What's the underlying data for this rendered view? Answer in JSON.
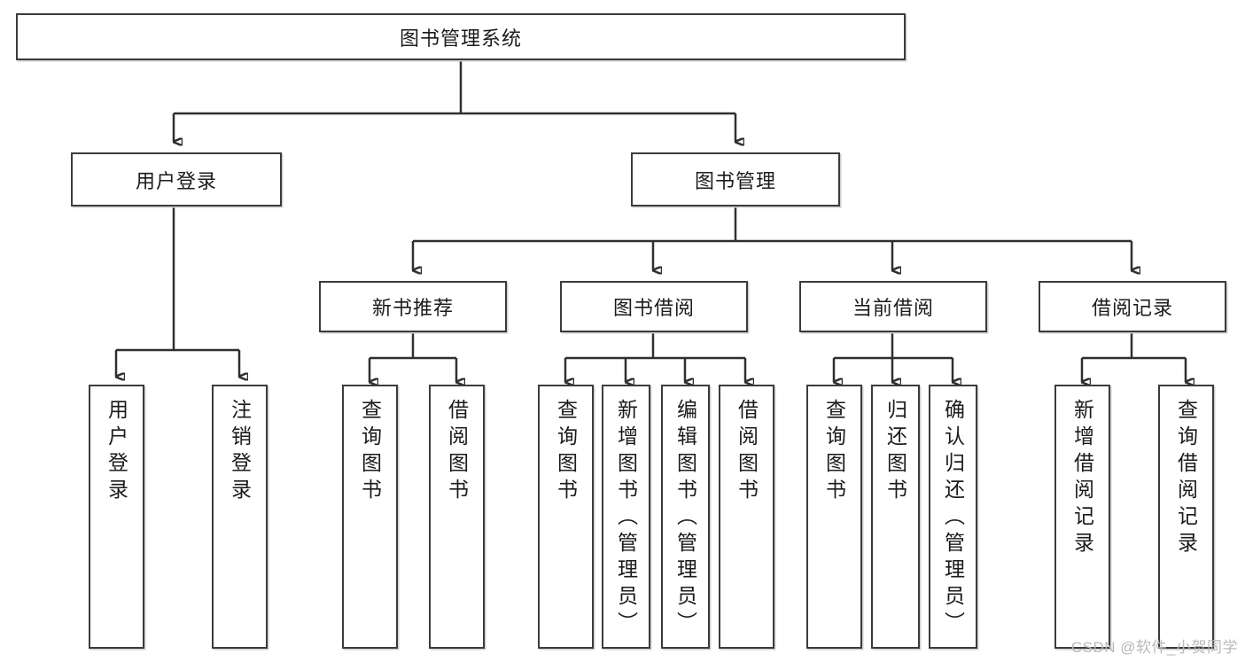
{
  "diagram": {
    "title": "图书管理系统",
    "type": "tree-hierarchy-diagram",
    "root": {
      "label": "图书管理系统"
    },
    "level2": [
      {
        "label": "用户登录"
      },
      {
        "label": "图书管理"
      }
    ],
    "level3": [
      {
        "label": "新书推荐"
      },
      {
        "label": "图书借阅"
      },
      {
        "label": "当前借阅"
      },
      {
        "label": "借阅记录"
      }
    ],
    "leaves": {
      "user_login": [
        {
          "label": "用户登录"
        },
        {
          "label": "注销登录"
        }
      ],
      "new_book_recommend": [
        {
          "label": "查询图书"
        },
        {
          "label": "借阅图书"
        }
      ],
      "book_borrow": [
        {
          "label": "查询图书"
        },
        {
          "label": "新增图书（管理员）"
        },
        {
          "label": "编辑图书（管理员）"
        },
        {
          "label": "借阅图书"
        }
      ],
      "current_borrow": [
        {
          "label": "查询图书"
        },
        {
          "label": "归还图书"
        },
        {
          "label": "确认归还（管理员）"
        }
      ],
      "borrow_record": [
        {
          "label": "新增借阅记录"
        },
        {
          "label": "查询借阅记录"
        }
      ]
    }
  },
  "watermark": {
    "text": "CSDN @软件_小贺同学"
  },
  "colors": {
    "border": "#3b3b3b",
    "line": "#2f2f2f",
    "fill": "#ffffff",
    "text": "#1b1b1b",
    "watermark": "#b9b9b9"
  }
}
